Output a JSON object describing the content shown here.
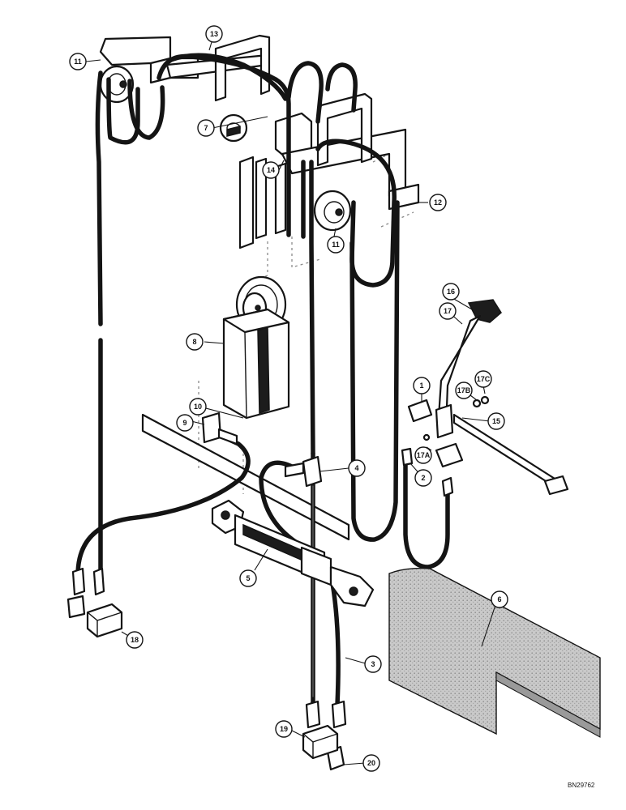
{
  "drawing_number": "BN29762",
  "callouts": [
    "1",
    "2",
    "3",
    "4",
    "5",
    "6",
    "7",
    "8",
    "9",
    "10",
    "11",
    "11",
    "12",
    "13",
    "14",
    "15",
    "16",
    "17",
    "17A",
    "17B",
    "17C",
    "18",
    "19",
    "20"
  ],
  "colors": {
    "ink": "#141414",
    "paper": "#ffffff",
    "shield_fill": "#bdbdbd"
  }
}
